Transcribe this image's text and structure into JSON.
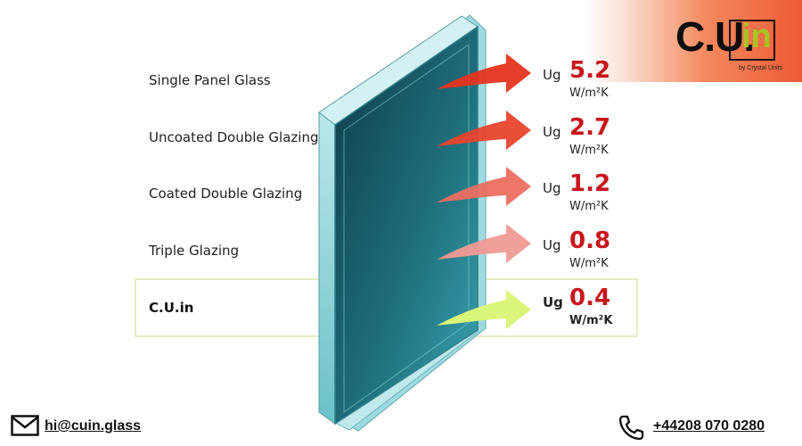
{
  "brand": {
    "logo_text": "C.U.",
    "logo_suffix": "in",
    "tagline": "by Crystal Units"
  },
  "rows": [
    {
      "label": "Single Panel Glass",
      "metric": "Ug",
      "value": "5.2",
      "unit": "W/m²K",
      "arrow_color": "#e5341d"
    },
    {
      "label": "Uncoated Double Glazing",
      "metric": "Ug",
      "value": "2.7",
      "unit": "W/m²K",
      "arrow_color": "#e8452e"
    },
    {
      "label": "Coated Double Glazing",
      "metric": "Ug",
      "value": "1.2",
      "unit": "W/m²K",
      "arrow_color": "#ec6f61"
    },
    {
      "label": "Triple Glazing",
      "metric": "Ug",
      "value": "0.8",
      "unit": "W/m²K",
      "arrow_color": "#f09a95"
    },
    {
      "label": "C.U.in",
      "metric": "Ug",
      "value": "0.4",
      "unit": "W/m²K",
      "arrow_color": "#d9f57a"
    }
  ],
  "colors": {
    "value_red": "#c8161c",
    "highlight_border": "#e2eebe",
    "glass_dark": "#0d3c47",
    "glass_light": "#3aa7b3",
    "glass_edge": "#8fd3d8"
  },
  "footer": {
    "email": "hi@cuin.glass",
    "email_icon": "envelope-icon",
    "phone": "+44208 070 0280",
    "phone_icon": "phone-icon"
  }
}
